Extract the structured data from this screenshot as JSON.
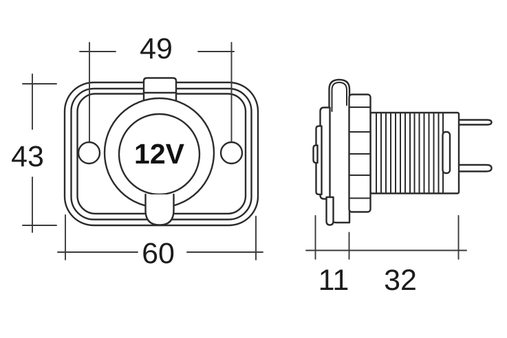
{
  "drawing": {
    "type": "technical-drawing",
    "background": "#ffffff",
    "line_color": "#2b2b2b",
    "front_view": {
      "socket_label": "12V",
      "dim_hole_spacing": "49",
      "dim_height": "43",
      "dim_width": "60"
    },
    "side_view": {
      "dim_flange_depth": "11",
      "dim_body_length": "32"
    }
  }
}
